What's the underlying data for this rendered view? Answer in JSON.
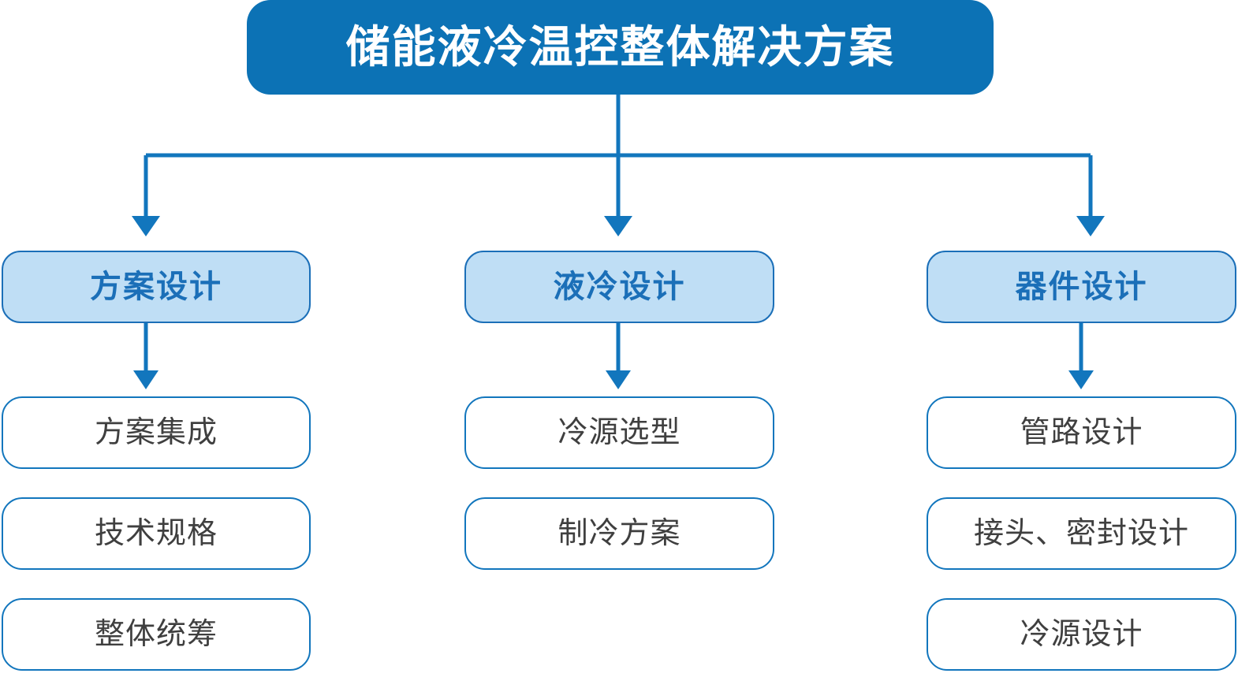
{
  "diagram": {
    "title": "储能液冷温控整体解决方案",
    "accent_color": "#0C72B5",
    "category_fill_color": "#BFDEF5",
    "category_border_color": "#1B6FB8",
    "leaf_border_color": "#1276BD",
    "leaf_text_color": "#3F3F3F",
    "connector_color": "#1276BD"
  },
  "root": {
    "label": "储能液冷温控整体解决方案"
  },
  "columns": [
    {
      "category": "方案设计",
      "items": [
        {
          "label": "方案集成"
        },
        {
          "label": "技术规格"
        },
        {
          "label": "整体统筹"
        }
      ]
    },
    {
      "category": "液冷设计",
      "items": [
        {
          "label": "冷源选型"
        },
        {
          "label": "制冷方案"
        }
      ]
    },
    {
      "category": "器件设计",
      "items": [
        {
          "label": "管路设计"
        },
        {
          "label": "接头、密封设计"
        },
        {
          "label": "冷源设计"
        }
      ]
    }
  ]
}
